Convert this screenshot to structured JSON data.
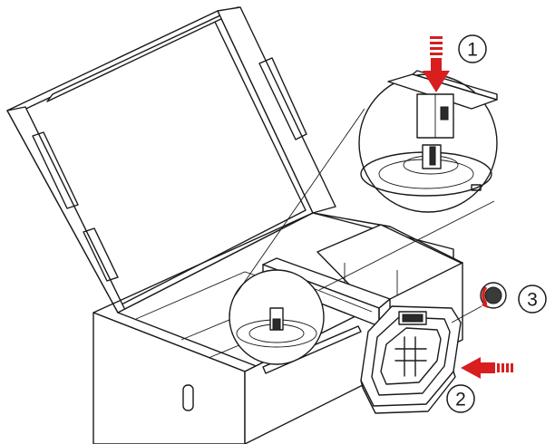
{
  "steps": [
    {
      "number": "1",
      "kind": "arrow-down"
    },
    {
      "number": "2",
      "kind": "arrow-left"
    },
    {
      "number": "3",
      "kind": "screw"
    }
  ],
  "colors": {
    "line": "#1a1a1a",
    "arrow": "#d81e1e",
    "background": "#ffffff"
  }
}
